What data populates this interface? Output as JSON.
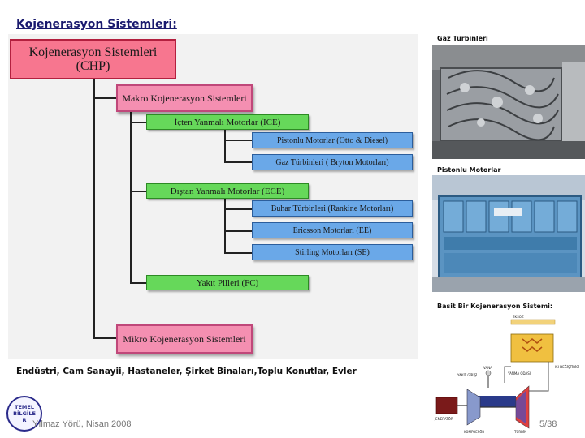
{
  "slide": {
    "title": "Kojenerasyon Sistemleri:",
    "footer_text": "Endüstri, Cam Sanayii, Hastaneler, Şirket Binaları,Toplu Konutlar, Evler",
    "author": "Yılmaz Yörü, Nisan 2008",
    "page_number": "5/38",
    "logo_lines": [
      "TEMEL",
      "BİLGİLE",
      "R"
    ]
  },
  "diagram": {
    "root": {
      "line1": "Kojenerasyon Sistemleri",
      "line2": "(CHP)"
    },
    "makro": "Makro Kojenerasyon Sistemleri",
    "icten": "İçten Yanmalı Motorlar (ICE)",
    "pistonlu": "Pistonlu Motorlar (Otto & Diesel)",
    "gaz_turbin": "Gaz Türbinleri ( Bryton Motorları)",
    "distan": "Dıştan Yanmalı Motorlar (ECE)",
    "buhar": "Buhar Türbinleri (Rankine Motorları)",
    "ericsson": "Ericsson Motorları (EE)",
    "stirling": "Stirling Motorları (SE)",
    "yakit": "Yakıt Pilleri (FC)",
    "mikro": "Mikro Kojenerasyon Sistemleri"
  },
  "photos": {
    "gas_turbine_label": "Gaz Türbinleri",
    "piston_label": "Pistonlu Motorlar",
    "schema_label": "Basit Bir Kojenerasyon Sistemi:"
  },
  "schema": {
    "labels": [
      "EKSOZ",
      "VANA",
      "YAKIT GİRİŞİ",
      "YANMA ODASI",
      "ISI DEĞİŞTİRİCİ",
      "JENERATÖR",
      "KOMPRESÖR",
      "TÜRBİN"
    ]
  }
}
